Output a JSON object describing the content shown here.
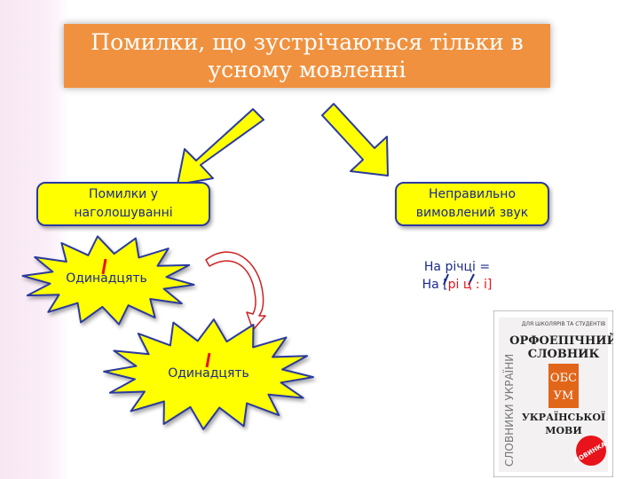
{
  "title": "Помилки, що зустрічаються тільки в усному мовленні",
  "boxes": {
    "stress": "Помилки у наголошуванні",
    "sound": "Неправильно вимовлений звук"
  },
  "example": {
    "line1": "На річці =",
    "line2_prefix": "На [",
    "line2_transcription": "рі ц : і",
    "line2_suffix": "]"
  },
  "bursts": {
    "first": "Одинадцять",
    "second": "Одинадцять"
  },
  "book": {
    "top": "ДЛЯ ШКОЛЯРІВ ТА СТУДЕНТІВ",
    "title1": "ОРФОЕПІЧНИЙ",
    "title2": "СЛОВНИК",
    "logo1": "ОБС",
    "logo2": "УМ",
    "sub1": "УКРАЇНСЬКОЇ",
    "sub2": "МОВИ",
    "spine": "СЛОВНИКИ УКРАЇНИ",
    "badge": "НОВИНКА"
  },
  "colors": {
    "title_bg": "#f0913f",
    "box_yellow": "#ffff00",
    "text_blue": "#1a2a8c",
    "accent_red": "#e8131b"
  }
}
